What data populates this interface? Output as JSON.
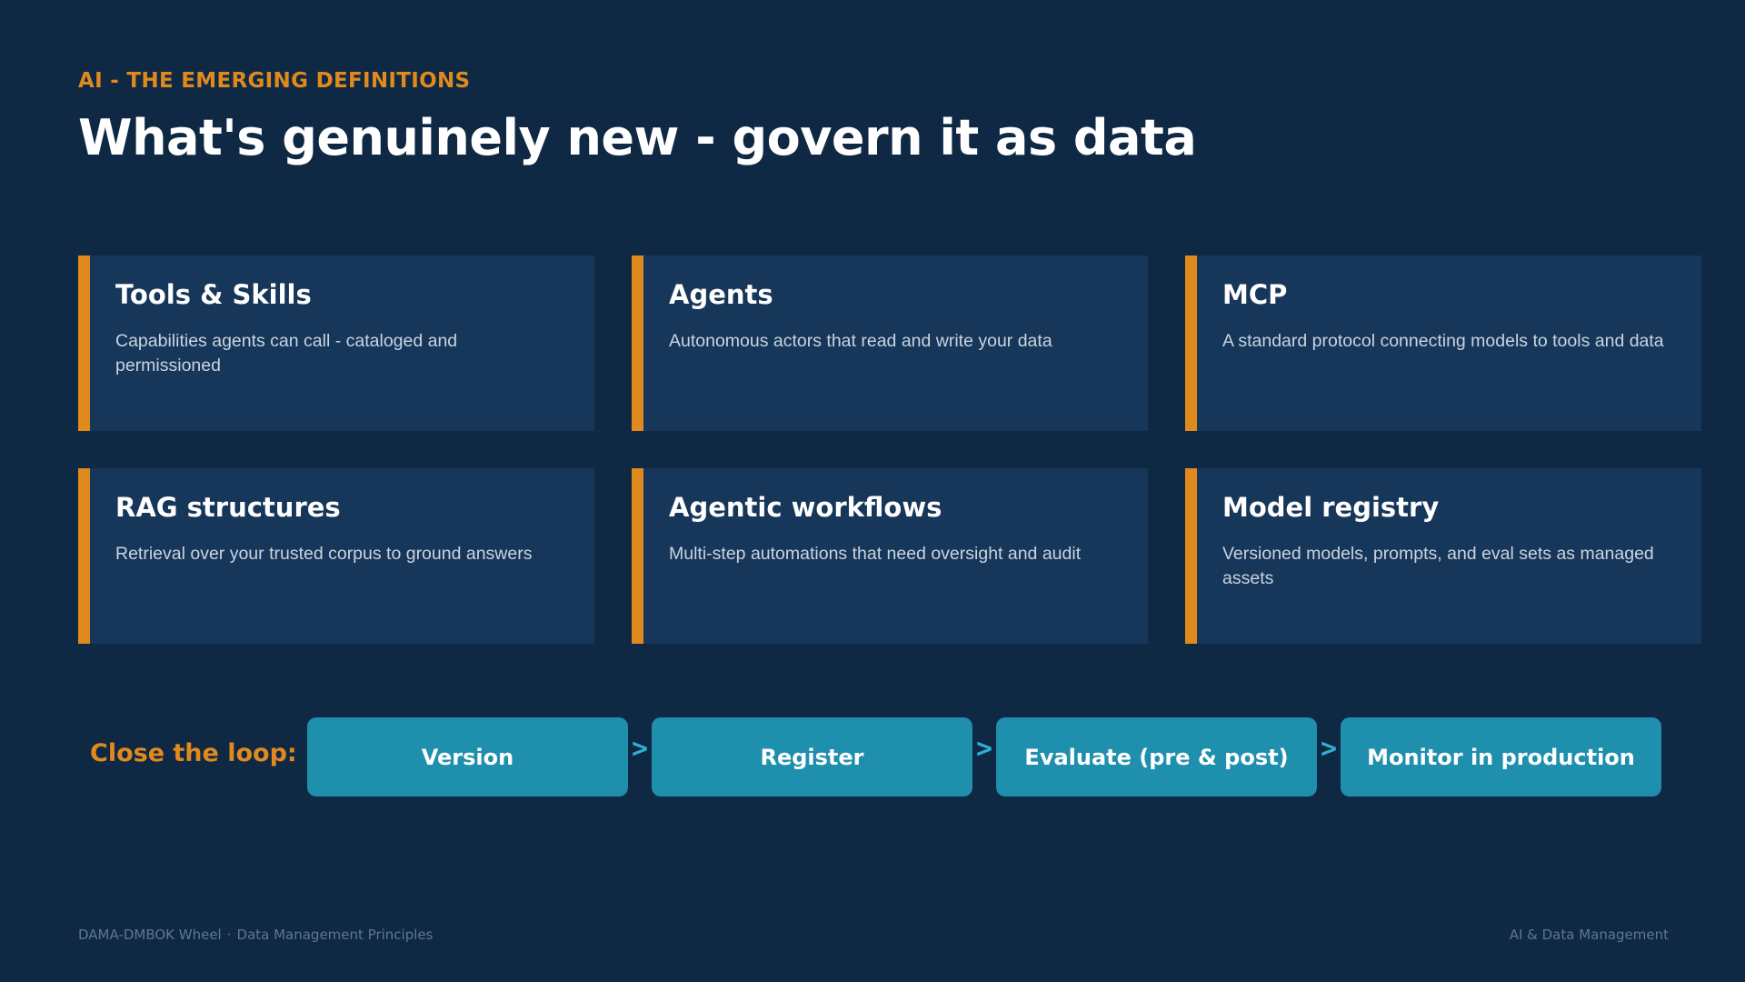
{
  "header": {
    "eyebrow": "AI - THE EMERGING DEFINITIONS",
    "title": "What's genuinely new - govern it as data"
  },
  "cards": [
    {
      "title": "Tools & Skills",
      "description": "Capabilities agents can call - cataloged and permissioned"
    },
    {
      "title": "Agents",
      "description": "Autonomous actors that read and write your data"
    },
    {
      "title": "MCP",
      "description": "A standard protocol connecting models to tools and data"
    },
    {
      "title": "RAG structures",
      "description": "Retrieval over your trusted corpus to ground answers"
    },
    {
      "title": "Agentic workflows",
      "description": "Multi-step automations that need oversight and audit"
    },
    {
      "title": "Model registry",
      "description": "Versioned models, prompts, and eval sets as managed assets"
    }
  ],
  "loop": {
    "label": "Close the loop:",
    "steps": [
      "Version",
      "Register",
      "Evaluate (pre & post)",
      "Monitor in production"
    ],
    "arrow": ">"
  },
  "footer": {
    "left_primary": "DAMA-DMBOK Wheel",
    "separator": "·",
    "left_secondary": "Data Management Principles",
    "right": "AI & Data Management"
  },
  "colors": {
    "background": "#0f2843",
    "card": "#16365a",
    "accent": "#e08a1e",
    "step": "#1f8fae",
    "arrow": "#2cb2d3"
  }
}
